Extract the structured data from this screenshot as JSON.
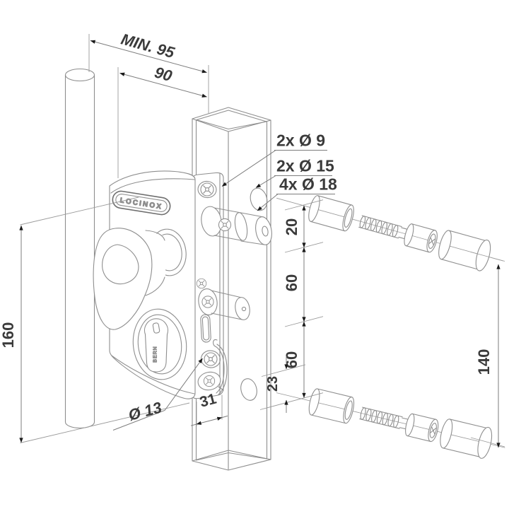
{
  "drawing": {
    "brand": "LOCINOX",
    "cylinder_brand": "BERN",
    "dimensions": {
      "min_width": "MIN. 95",
      "width": "90",
      "lock_height": "160",
      "offset_top": "20",
      "spacing_upper": "60",
      "spacing_lower": "60",
      "offset_cylinder": "23",
      "fixing_distance": "140",
      "tube_width": "31",
      "hole_bottom": "Ø 13"
    },
    "hole_labels": {
      "holes_9": "2x Ø 9",
      "holes_15": "2x Ø 15",
      "holes_18": "4x Ø 18"
    },
    "colors": {
      "line": "#8e8e8e",
      "dim_text": "#3a3a3a",
      "arrow": "#1a1a1a",
      "background": "#ffffff"
    }
  }
}
